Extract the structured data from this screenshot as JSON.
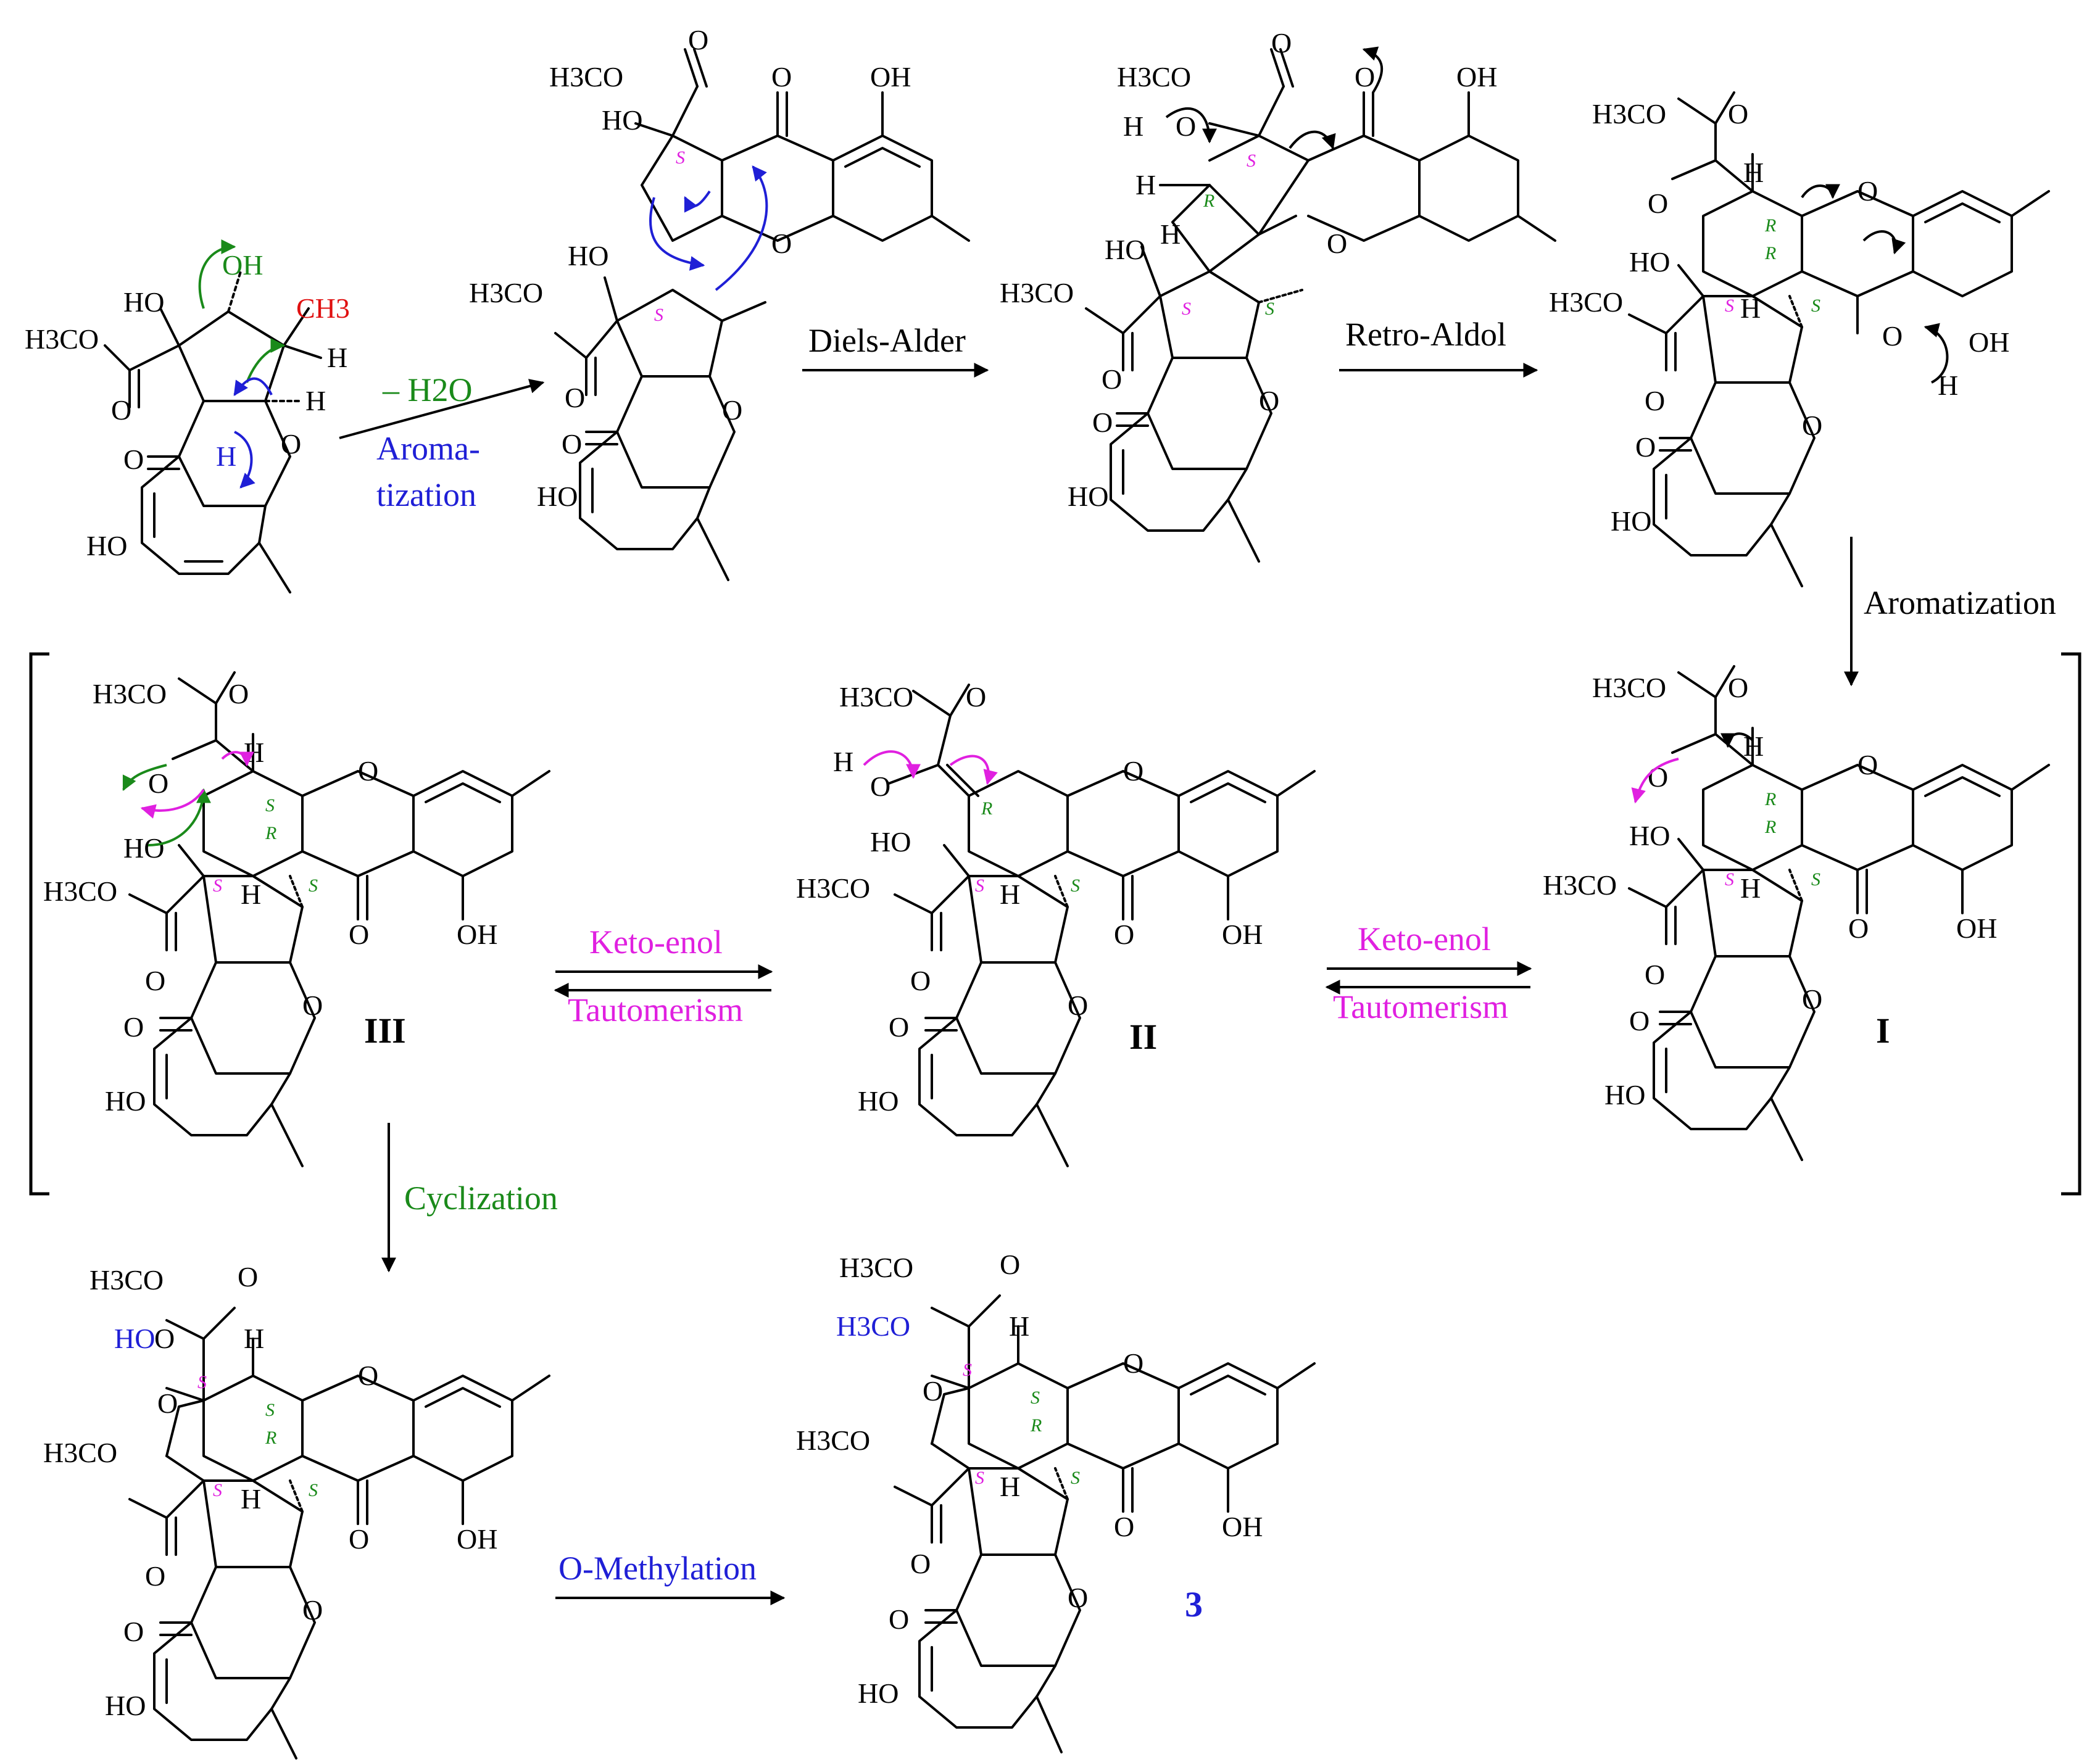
{
  "colors": {
    "black": "#000000",
    "green": "#1a8a1a",
    "blue": "#1f1fd6",
    "magenta": "#e020e0",
    "red": "#e01010"
  },
  "atom_labels": {
    "OH": "OH",
    "HO": "HO",
    "O": "O",
    "H": "H",
    "CH3": "CH3",
    "H3CO": "H3CO"
  },
  "stereo": {
    "S": "S",
    "R": "R"
  },
  "steps": {
    "dehydration": "– H2O",
    "aromatization_split": [
      "Aroma-",
      "tization"
    ],
    "diels_alder": "Diels-Alder",
    "retro_aldol": "Retro-Aldol",
    "aromatization": "Aromatization",
    "keto_enol_1": [
      "Keto-enol",
      "Tautomerism"
    ],
    "keto_enol_2": [
      "Keto-enol",
      "Tautomerism"
    ],
    "cyclization": "Cyclization",
    "o_methylation": "O-Methylation"
  },
  "compounds": {
    "I": "I",
    "II": "II",
    "III": "III",
    "final": "3"
  }
}
